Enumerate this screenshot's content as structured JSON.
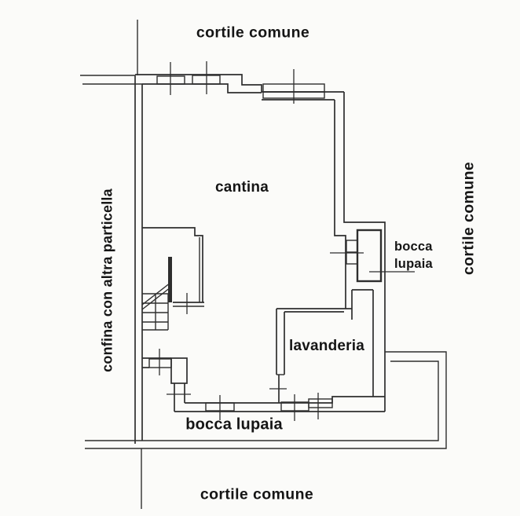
{
  "drawing": {
    "type": "cadastral-floor-plan",
    "labels": {
      "courtyard_top": "cortile comune",
      "courtyard_bottom": "cortile comune",
      "courtyard_right": "cortile comune",
      "boundary_left": "confina con altra particella",
      "room_cantina": "cantina",
      "room_lavanderia": "lavanderia",
      "vent_right_line1": "bocca",
      "vent_right_line2": "lupaia",
      "vent_bottom": "bocca lupaia"
    }
  },
  "colors": {
    "ink": "#2e2e2e",
    "paper": "#fbfbf9"
  }
}
